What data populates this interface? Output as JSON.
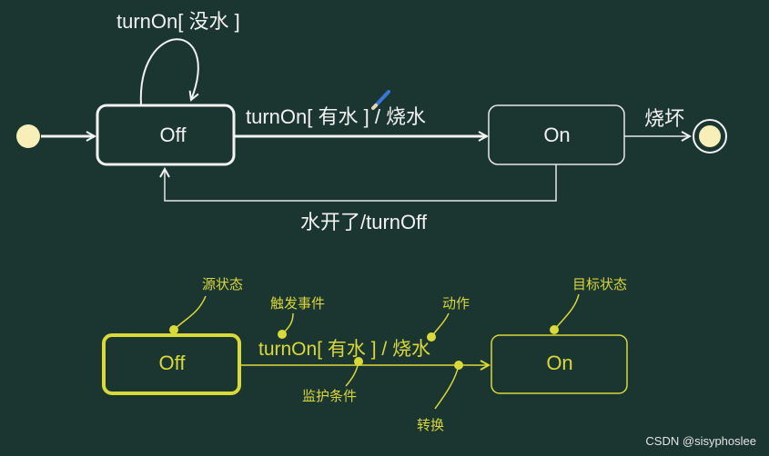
{
  "top_diagram": {
    "self_loop_label": "turnOn[ 没水 ]",
    "off_state": "Off",
    "on_state": "On",
    "transition_label": "turnOn[ 有水 ] / 烧水",
    "to_final_label": "烧坏",
    "return_label": "水开了/turnOff"
  },
  "bottom_diagram": {
    "off_state": "Off",
    "on_state": "On",
    "transition_label": "turnOn[ 有水 ] / 烧水",
    "annotations": {
      "source_state": "源状态",
      "trigger_event": "触发事件",
      "action": "动作",
      "target_state": "目标状态",
      "guard_condition": "监护条件",
      "transition": "转换"
    }
  },
  "watermark": "CSDN @sisyphoslee",
  "colors": {
    "background": "#1b3630",
    "white": "#f2f2f2",
    "yellow": "#d9d93a",
    "initial_dot": "#f7eeb8"
  }
}
